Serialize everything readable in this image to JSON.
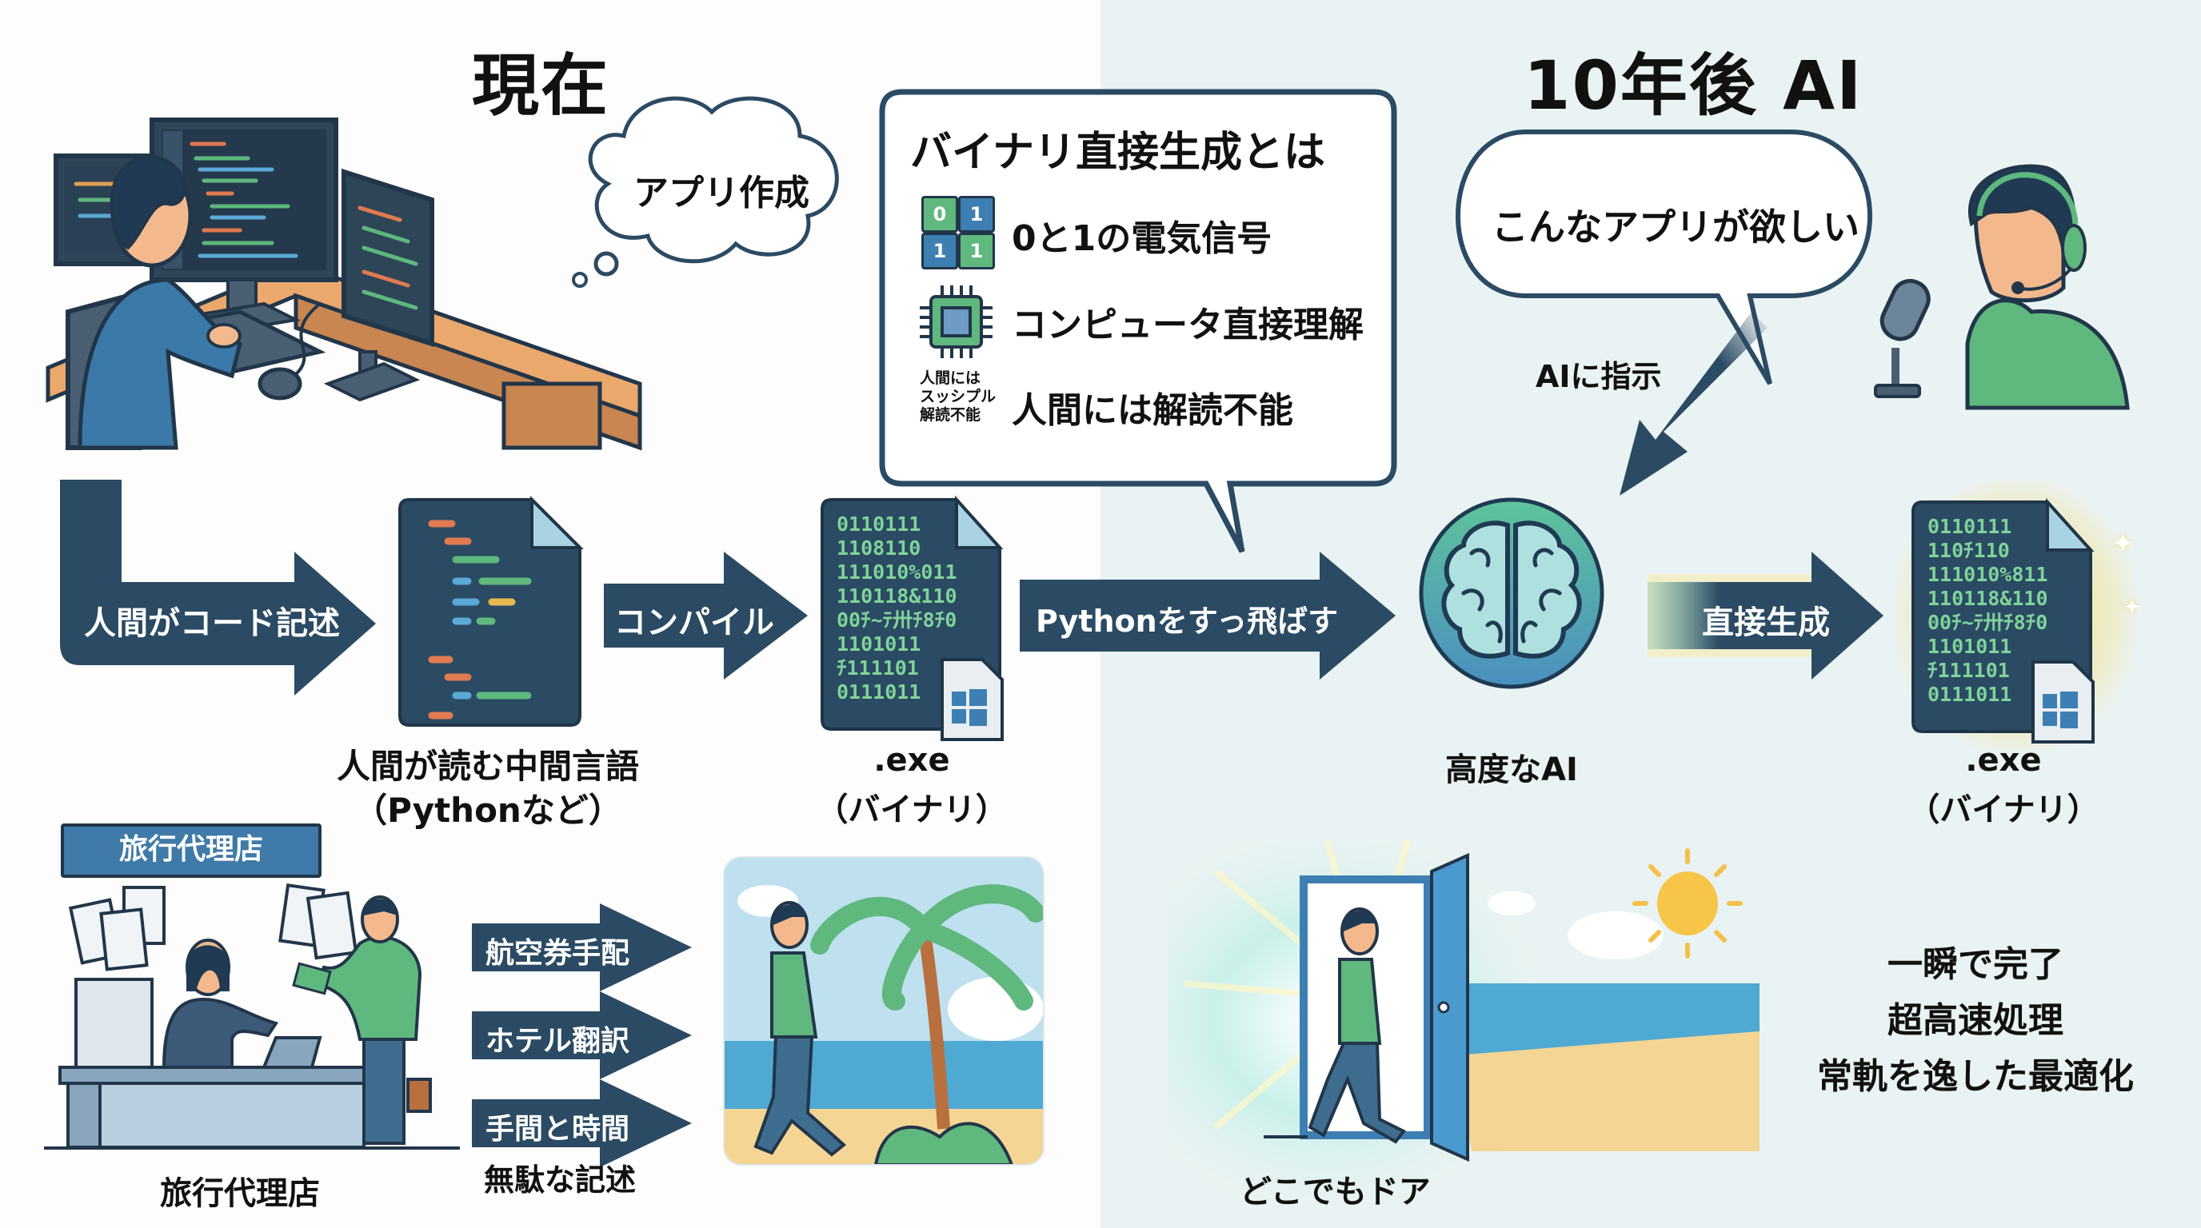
{
  "header": {
    "left_title": "現在",
    "right_title": "10年後 AI"
  },
  "current": {
    "thought_bubble": "アプリ作成",
    "flow": {
      "arrow1_label": "人間がコード記述",
      "intermediate_caption_line1": "人間が読む中間言語",
      "intermediate_caption_line2": "（Pythonなど）",
      "arrow2_label": "コンパイル",
      "exe_caption_line1": ".exe",
      "exe_caption_line2": "（バイナリ）"
    },
    "binary_lines": [
      "0110111",
      "1108110",
      "111010%011",
      "110118&110",
      "00ﾁ~ﾃ卅ﾁ8ﾁ0",
      "1101011",
      "ﾁ111101",
      "0111011"
    ],
    "analogy": {
      "sign": "旅行代理店",
      "caption": "旅行代理店",
      "steps": [
        "航空券手配",
        "ホテル翻訳",
        "手間と時間"
      ],
      "footer": "無駄な記述"
    }
  },
  "info_box": {
    "title": "バイナリ直接生成とは",
    "items": [
      {
        "icon": "binary-grid-icon",
        "text": "0と1の電気信号",
        "grid": [
          "0",
          "1",
          "1",
          "1"
        ]
      },
      {
        "icon": "cpu-chip-icon",
        "text": "コンピュータ直接理解"
      },
      {
        "icon": "unreadable-note-icon",
        "text": "人間には解読不能",
        "note_lines": [
          "人間には",
          "スッシプル",
          "解読不能"
        ]
      }
    ]
  },
  "future": {
    "speech_bubble": "こんなアプリが欲しい",
    "instruct_label": "AIに指示",
    "skip_arrow_label": "Pythonをすっ飛ばす",
    "ai_caption": "高度なAI",
    "generate_arrow_label": "直接生成",
    "exe_caption_line1": ".exe",
    "exe_caption_line2": "（バイナリ）",
    "binary_lines": [
      "0110111",
      "110ﾁ110",
      "111010%811",
      "110118&110",
      "00ﾁ~ﾃ卅ﾁ8ﾁ0",
      "1101011",
      "ﾁ111101",
      "0111011"
    ],
    "door_caption": "どこでもドア",
    "benefits": [
      "一瞬で完了",
      "超高速処理",
      "常軌を逸した最適化"
    ]
  },
  "colors": {
    "navy": "#2b4a63",
    "green": "#5fb87e",
    "blue": "#3d7fb3",
    "binary_green": "#7fd39a",
    "right_bg": "#eaf3f3",
    "glow": "#f7dc6f"
  }
}
